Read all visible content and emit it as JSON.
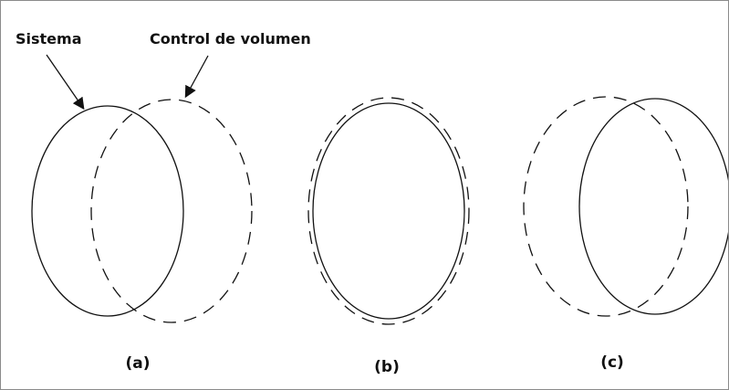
{
  "labels": {
    "system": "Sistema",
    "control_volume": "Control de volumen"
  },
  "panels": [
    {
      "caption": "(a)"
    },
    {
      "caption": "(b)"
    },
    {
      "caption": "(c)"
    }
  ],
  "colors": {
    "line": "#111111",
    "border": "#8a8a8a"
  }
}
